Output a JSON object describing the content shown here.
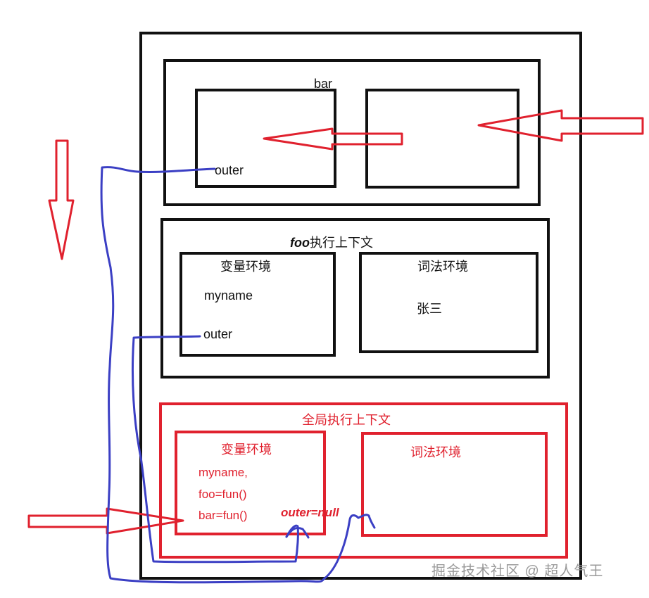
{
  "colors": {
    "black": "#111111",
    "red": "#e0212e",
    "blue": "#3b3fc4",
    "watermark": "#9a9a9a"
  },
  "bar_context": {
    "title": "bar",
    "left_box": {
      "text": "outer"
    }
  },
  "foo_context": {
    "title_italic": "foo",
    "title_rest": "执行上下文",
    "variable_env": {
      "title": "变量环境",
      "items": [
        "myname",
        "outer"
      ]
    },
    "lexical_env": {
      "title": "词法环境",
      "items": [
        "张三"
      ]
    }
  },
  "global_context": {
    "title": "全局执行上下文",
    "variable_env": {
      "title": "变量环境",
      "items": [
        "myname,",
        "foo=fun()",
        "bar=fun()"
      ]
    },
    "outer_label": "outer=null",
    "lexical_env": {
      "title": "词法环境"
    }
  },
  "watermark": "掘金技术社区 @ 超人气王"
}
